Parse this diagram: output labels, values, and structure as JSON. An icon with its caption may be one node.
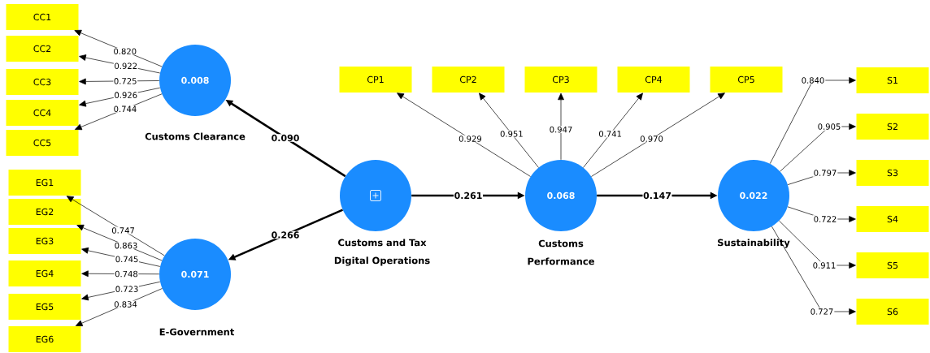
{
  "diagram": {
    "nodes": [
      {
        "text": [
          "CC1"
        ]
      },
      {
        "text": [
          "CC2"
        ]
      },
      {
        "text": [
          "CC3"
        ]
      },
      {
        "text": [
          "CC4"
        ]
      },
      {
        "text": [
          "CC5"
        ]
      },
      {
        "text": [
          "EG1"
        ]
      },
      {
        "text": [
          "EG2"
        ]
      },
      {
        "text": [
          "EG3"
        ]
      },
      {
        "text": [
          "EG4"
        ]
      },
      {
        "text": [
          "EG5"
        ]
      },
      {
        "text": [
          "EG6"
        ]
      },
      {
        "text": [
          "0.008"
        ],
        "beside": [
          "Customs Clearance"
        ]
      },
      {
        "text": [
          "0.071"
        ],
        "beside": [
          "E-Government"
        ]
      },
      {
        "text": [],
        "shape": "circle",
        "beside": [
          "Customs and Tax Digital Operations"
        ]
      },
      {
        "text": [
          "CP1"
        ]
      },
      {
        "text": [
          "CP2"
        ]
      },
      {
        "text": [
          "CP3"
        ]
      },
      {
        "text": [
          "CP4"
        ]
      },
      {
        "text": [
          "CP5"
        ]
      },
      {
        "text": [
          "0.068"
        ],
        "beside": [
          "Customs Performance"
        ]
      },
      {
        "text": [
          "0.022"
        ],
        "beside": [
          "Sustainability"
        ]
      },
      {
        "text": [
          "S1"
        ]
      },
      {
        "text": [
          "S2"
        ]
      },
      {
        "text": [
          "S3"
        ]
      },
      {
        "text": [
          "S4"
        ]
      },
      {
        "text": [
          "S5"
        ]
      },
      {
        "text": [
          "S6"
        ]
      }
    ],
    "edges": [
      {
        "from": 11,
        "to": 0,
        "arrow": "to",
        "label": "0.820"
      },
      {
        "from": 11,
        "to": 1,
        "arrow": "to",
        "label": "0.922"
      },
      {
        "from": 11,
        "to": 2,
        "arrow": "to",
        "label": "0.725"
      },
      {
        "from": 11,
        "to": 3,
        "arrow": "to",
        "label": "0.926"
      },
      {
        "from": 11,
        "to": 4,
        "arrow": "to",
        "label": "0.744"
      },
      {
        "from": 12,
        "to": 5,
        "arrow": "to",
        "label": "0.747"
      },
      {
        "from": 12,
        "to": 6,
        "arrow": "to",
        "label": "0.863"
      },
      {
        "from": 12,
        "to": 7,
        "arrow": "to",
        "label": "0.745"
      },
      {
        "from": 12,
        "to": 8,
        "arrow": "to",
        "label": "0.748"
      },
      {
        "from": 12,
        "to": 9,
        "arrow": "to",
        "label": "0.723"
      },
      {
        "from": 12,
        "to": 10,
        "arrow": "to",
        "label": "0.834"
      },
      {
        "from": 13,
        "to": 11,
        "arrow": "to",
        "label": "0.090",
        "style": "thick"
      },
      {
        "from": 13,
        "to": 12,
        "arrow": "to",
        "label": "0.266",
        "style": "thick"
      },
      {
        "from": 19,
        "to": 14,
        "arrow": "to",
        "label": "0.929"
      },
      {
        "from": 19,
        "to": 15,
        "arrow": "to",
        "label": "0.951"
      },
      {
        "from": 19,
        "to": 16,
        "arrow": "to",
        "label": "0.947"
      },
      {
        "from": 19,
        "to": 17,
        "arrow": "to",
        "label": "0.741"
      },
      {
        "from": 19,
        "to": 18,
        "arrow": "to",
        "label": "0.970"
      },
      {
        "from": 13,
        "to": 19,
        "arrow": "to",
        "label": "0.261",
        "style": "thick"
      },
      {
        "from": 19,
        "to": 20,
        "arrow": "to",
        "label": "0.147",
        "style": "thick"
      },
      {
        "from": 20,
        "to": 21,
        "arrow": "to",
        "label": "0.840"
      },
      {
        "from": 20,
        "to": 22,
        "arrow": "to",
        "label": "0.905"
      },
      {
        "from": 20,
        "to": 23,
        "arrow": "to",
        "label": "0.797"
      },
      {
        "from": 20,
        "to": 24,
        "arrow": "to",
        "label": "0.722"
      },
      {
        "from": 20,
        "to": 25,
        "arrow": "to",
        "label": "0.911"
      },
      {
        "from": 20,
        "to": 26,
        "arrow": "to",
        "label": "0.727"
      }
    ]
  }
}
